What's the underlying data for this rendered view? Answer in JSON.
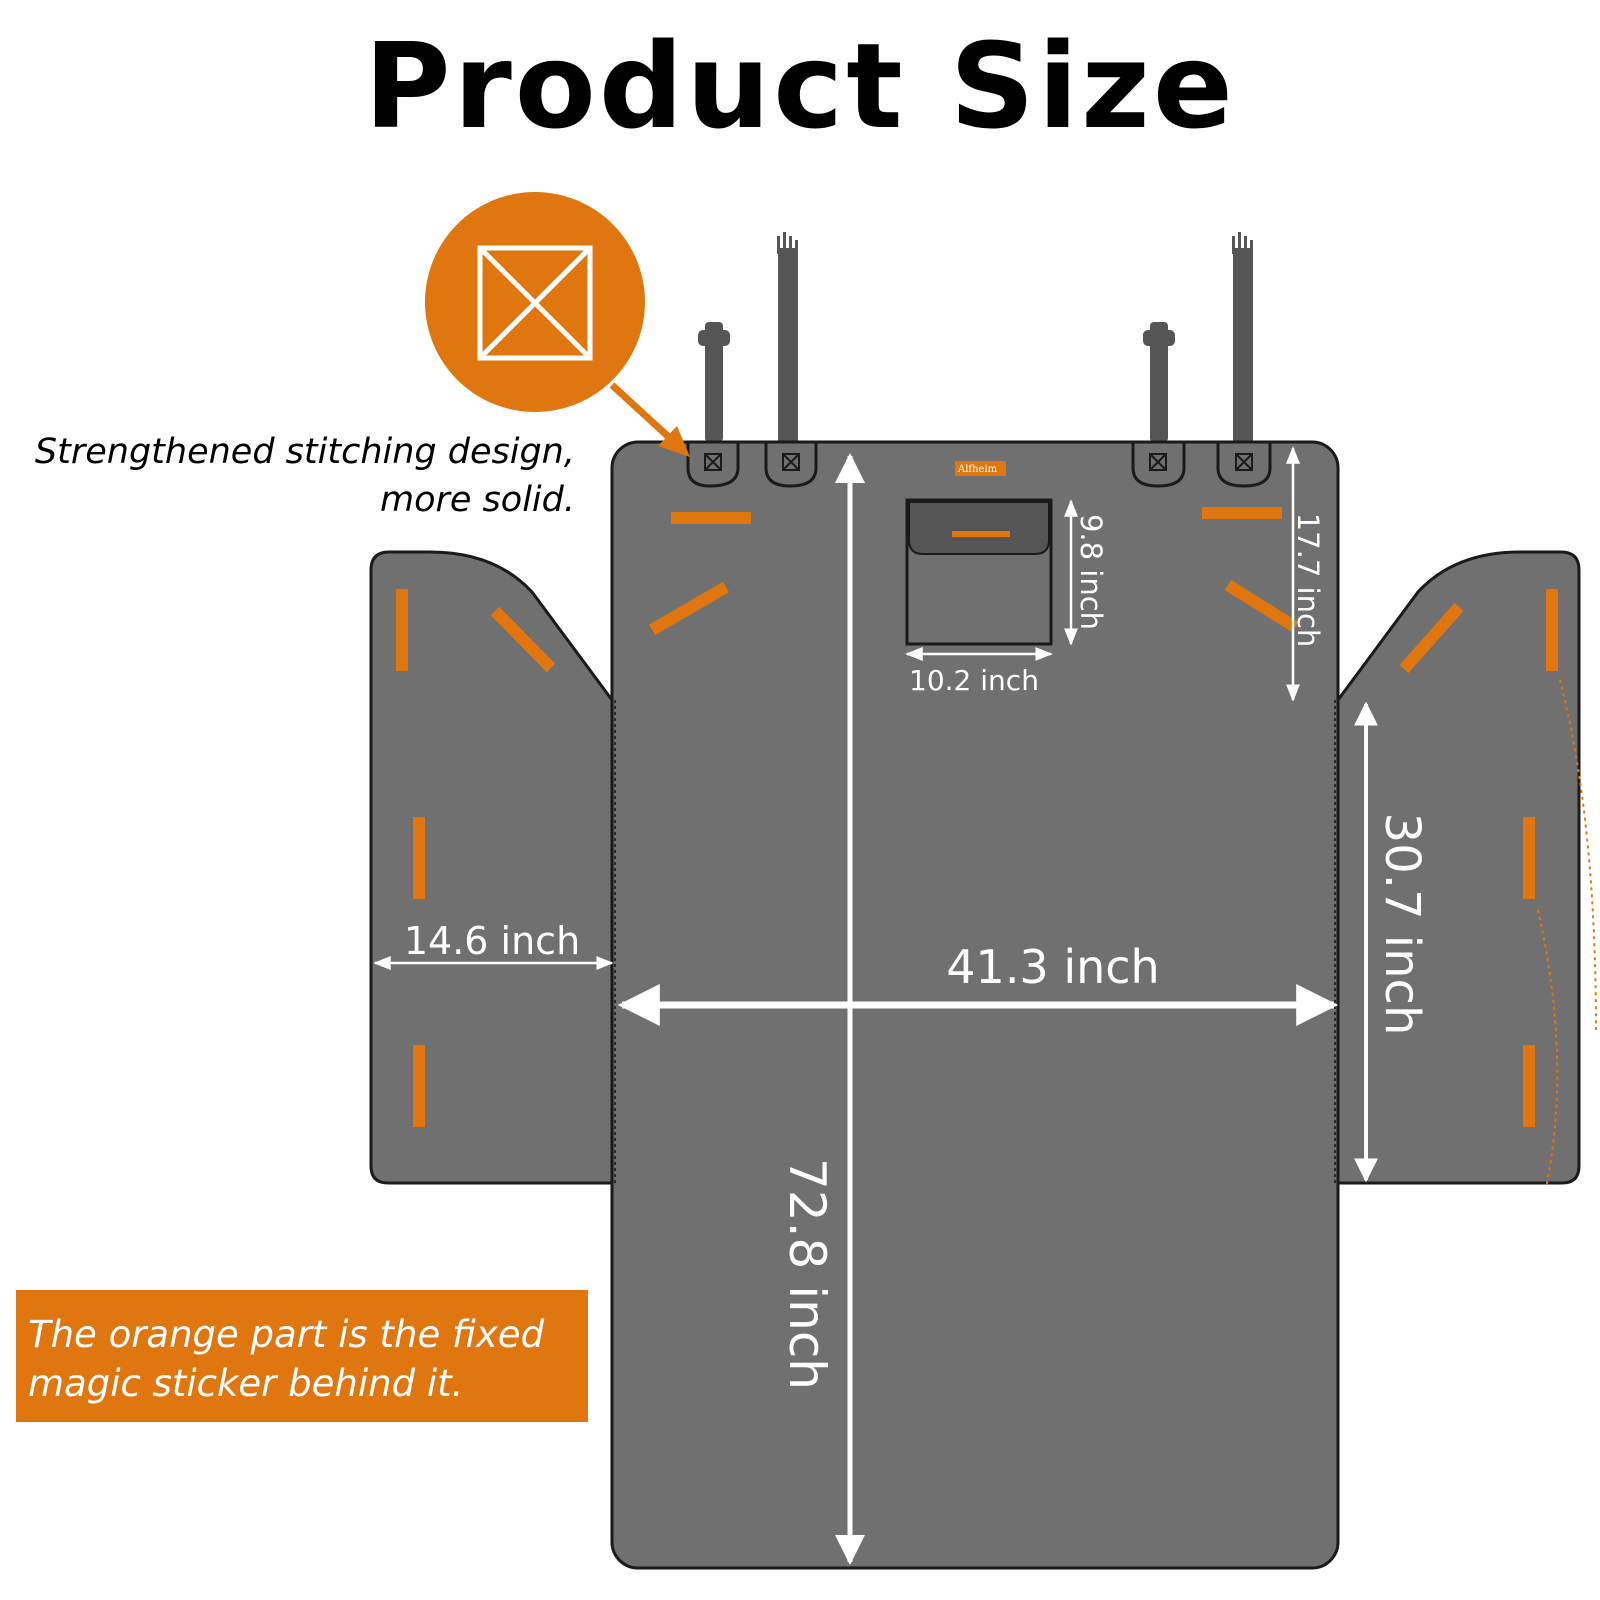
{
  "title": "Product Size",
  "callout": {
    "line1": "Strengthened stitching design,",
    "line2": "more solid."
  },
  "note": {
    "line1": "The orange part is the fixed",
    "line2": "magic sticker behind it."
  },
  "brand": "Alfheim",
  "dimensions": {
    "total_length": "72.8 inch",
    "main_width": "41.3 inch",
    "side_flap_width": "14.6 inch",
    "side_flap_height": "30.7 inch",
    "top_section_height": "17.7 inch",
    "pocket_width": "10.2 inch",
    "pocket_height": "9.8 inch"
  },
  "colors": {
    "mat": "#707070",
    "outline": "#1a1a1a",
    "sticker_orange": "#e0760f",
    "strap": "#555555",
    "arrow": "#ffffff"
  },
  "icons": [
    "stitch-x-box-icon",
    "callout-arrow-icon"
  ]
}
